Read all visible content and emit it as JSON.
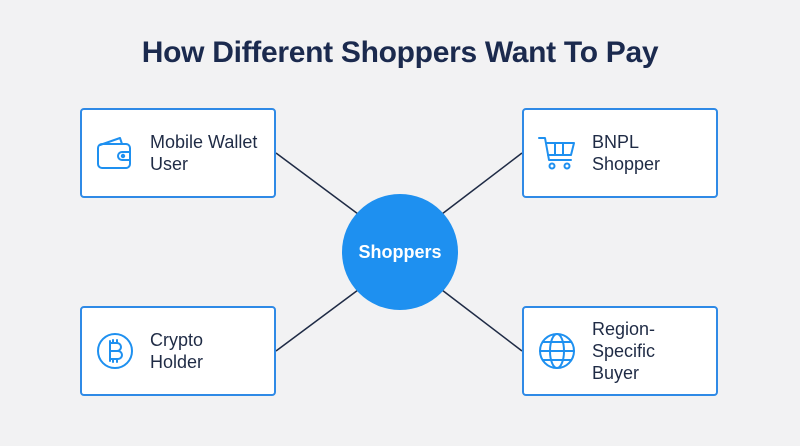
{
  "title": "How Different Shoppers Want To Pay",
  "hub": {
    "label": "Shoppers"
  },
  "cards": [
    {
      "label": "Mobile Wallet\nUser",
      "icon": "wallet-icon"
    },
    {
      "label": "BNPL\nShopper",
      "icon": "shopping-cart-icon"
    },
    {
      "label": "Crypto\nHolder",
      "icon": "bitcoin-icon"
    },
    {
      "label": "Region-Specific\nBuyer",
      "icon": "globe-icon"
    }
  ],
  "colors": {
    "accent": "#1e90f0",
    "card_border": "#2f8ae6",
    "title": "#1b2a4e",
    "connector": "#1f2b45",
    "background": "#f2f2f3"
  }
}
